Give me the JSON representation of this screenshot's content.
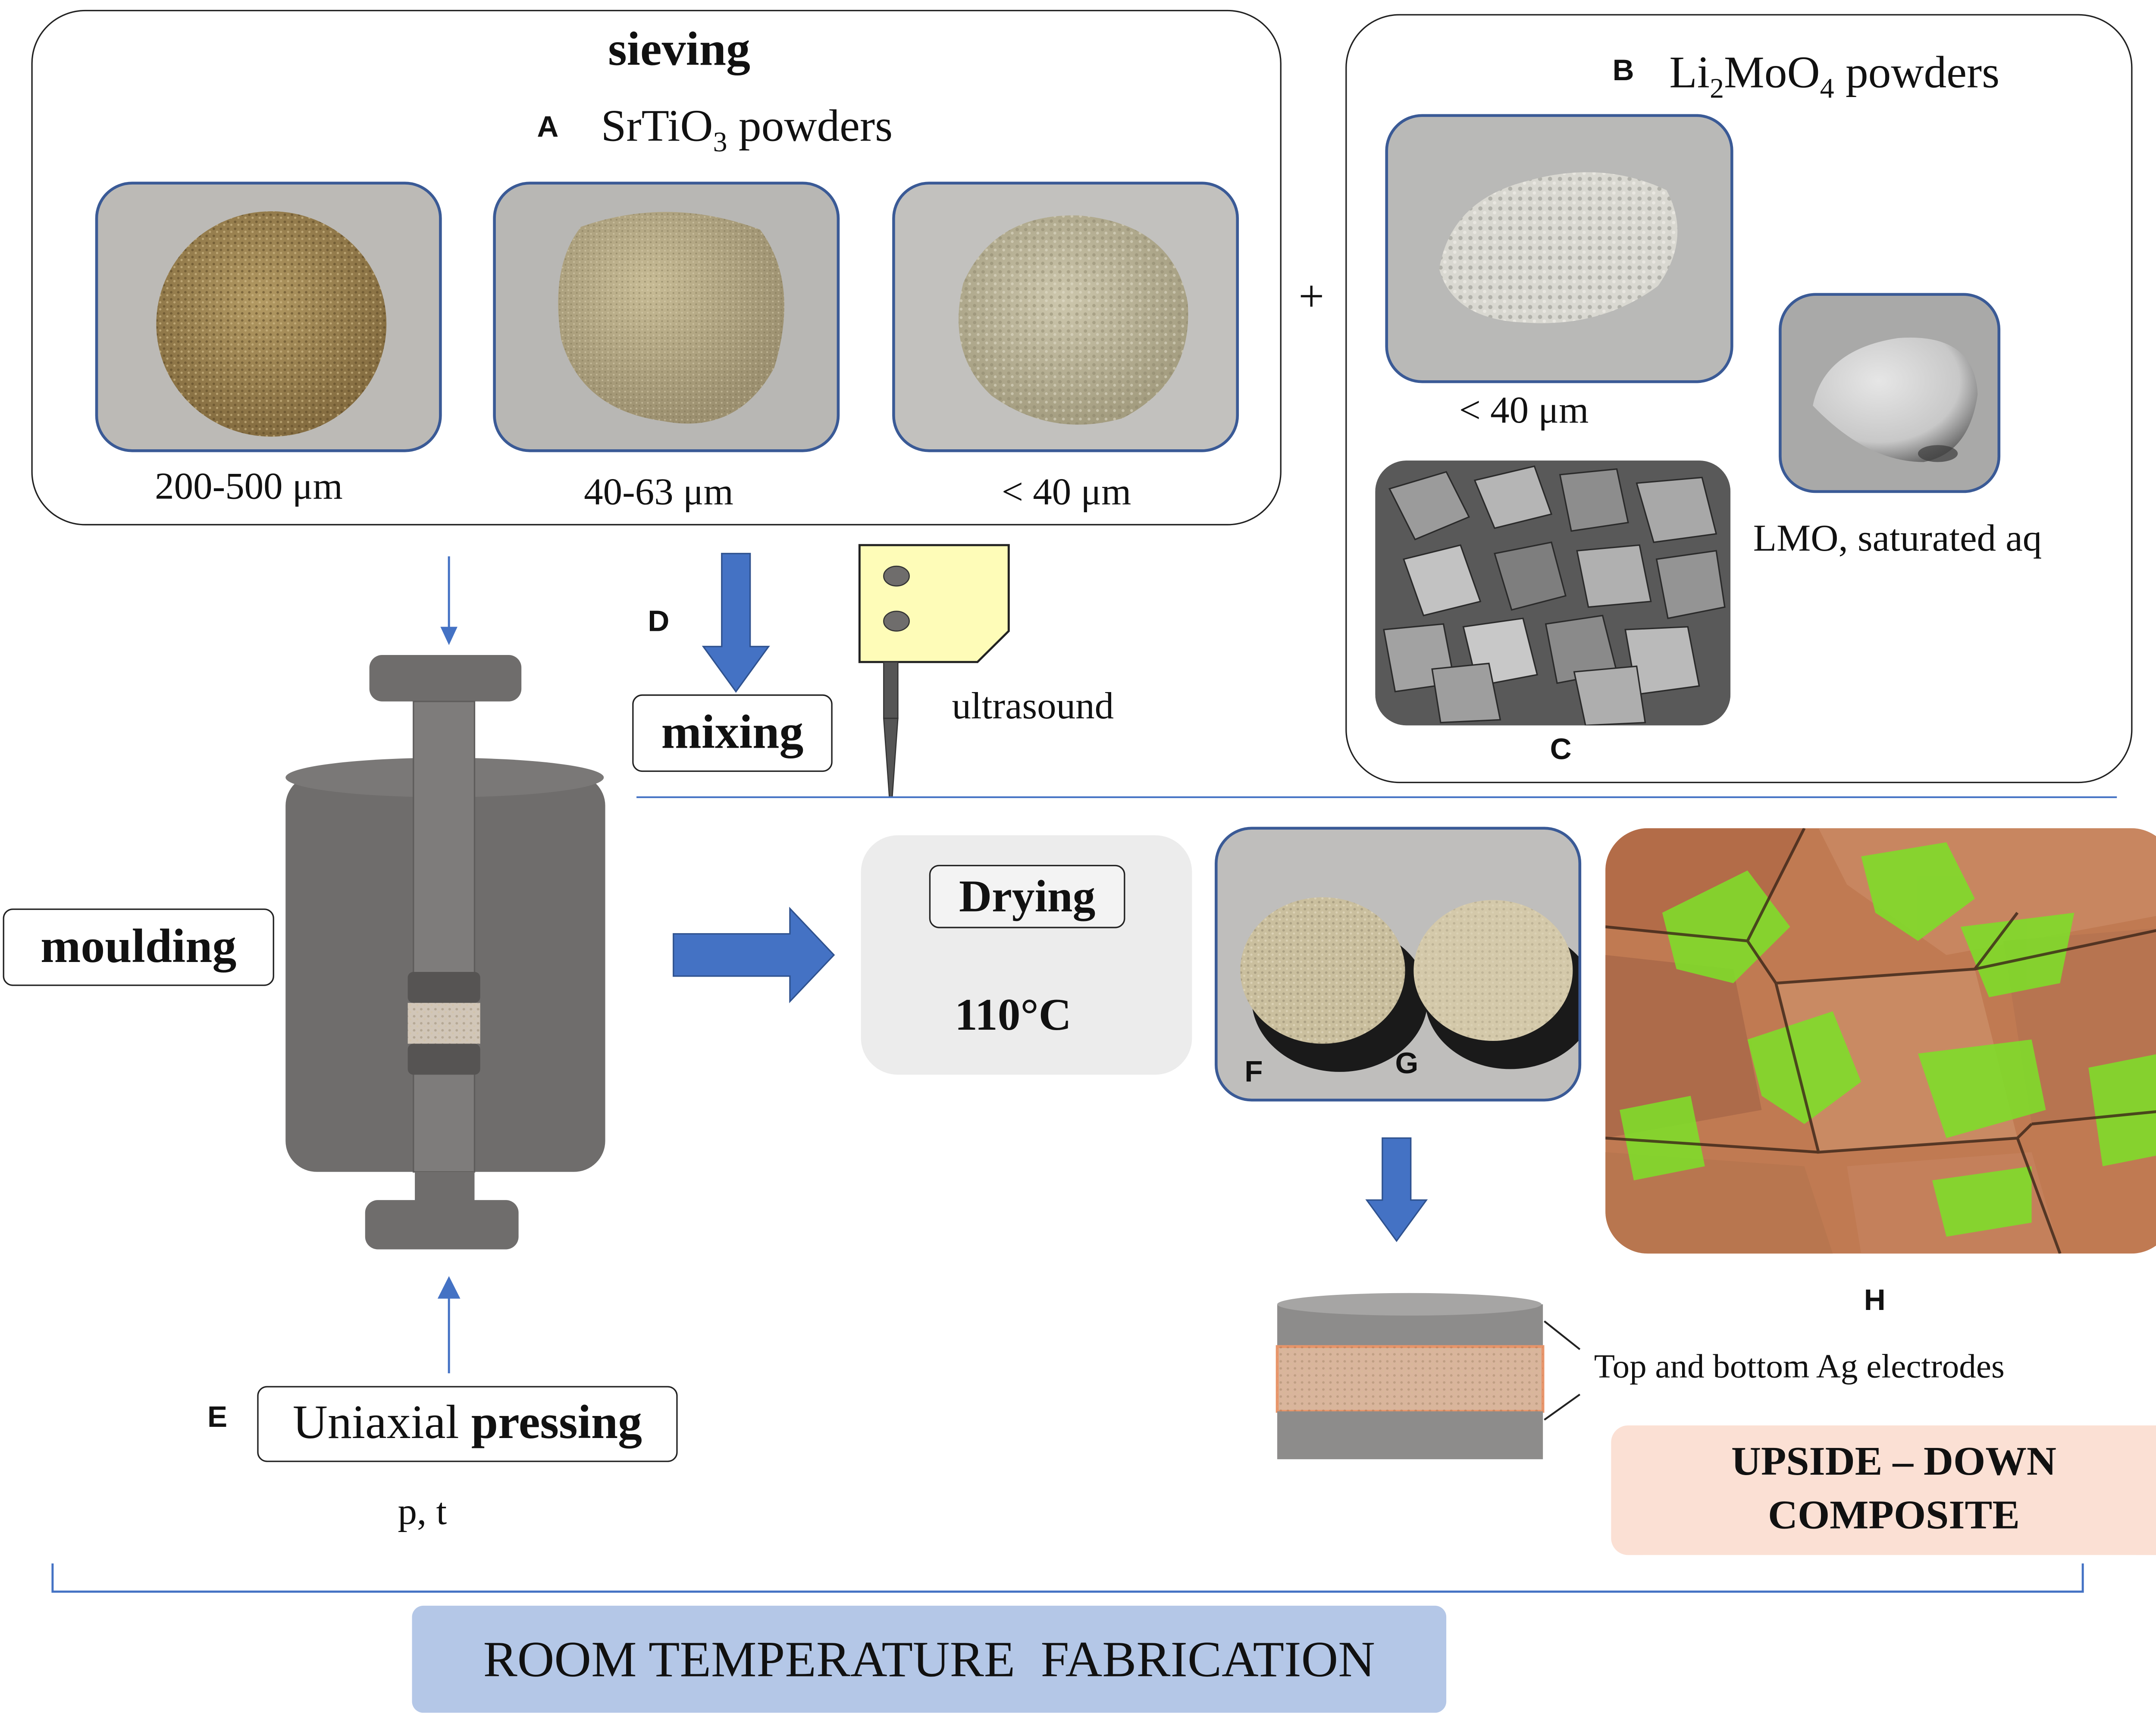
{
  "sieving": {
    "title": "sieving",
    "letter": "A",
    "powders_formula": "SrTiO",
    "powders_sub": "3",
    "powders_suffix": " powders",
    "sizes": [
      "200-500 μm",
      "40-63 μm",
      "< 40 μm"
    ]
  },
  "lmo": {
    "letter": "B",
    "formula_1": "Li",
    "sub_1": "2",
    "formula_2": "MoO",
    "sub_2": "4",
    "suffix": " powders",
    "powder_size": "< 40 μm",
    "solution_label": "LMO, saturated aq",
    "sem_letter": "C"
  },
  "plus_sign": "+",
  "mixing": {
    "letter": "D",
    "label": "mixing",
    "ultrasound": "ultrasound"
  },
  "moulding": {
    "label": "moulding"
  },
  "pressing": {
    "letter": "E",
    "label_plain": "Uniaxial ",
    "label_bold": "pressing",
    "params": "p, t"
  },
  "drying": {
    "label": "Drying",
    "temperature": "110°C"
  },
  "pellets": {
    "letter_f": "F",
    "letter_g": "G"
  },
  "electrodes": {
    "label": "Top and bottom Ag electrodes"
  },
  "composite": {
    "letter": "H",
    "line1": "UPSIDE – DOWN",
    "line2": "COMPOSITE"
  },
  "footer": {
    "label": "ROOM TEMPERATURE  FABRICATION"
  },
  "colors": {
    "arrow_blue": "#4472c4",
    "frame_blue": "#3a5a96",
    "mould_gray": "#6f6d6c",
    "footer_bg": "#b4c7e7",
    "composite_bg": "#fbe0d4",
    "drying_bg": "#ececec",
    "probe_yellow": "#fefcb8"
  }
}
